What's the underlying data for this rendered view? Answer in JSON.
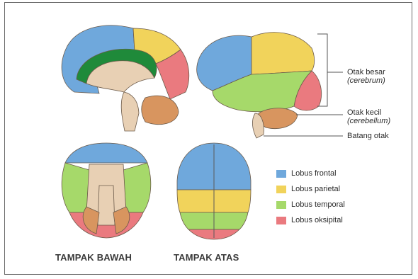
{
  "colors": {
    "frontal": "#6fa8dc",
    "parietal": "#f1d35b",
    "temporal": "#a6d96a",
    "occipital": "#ea7a7f",
    "corpus_callosum": "#1f8a3a",
    "brainstem": "#e8d0b4",
    "cerebellum": "#d8955f"
  },
  "callouts": {
    "cerebrum_title": "Otak besar",
    "cerebrum_sub": "(cerebrum)",
    "cerebellum_title": "Otak kecil",
    "cerebellum_sub": "(cerebellum)",
    "brainstem": "Batang otak"
  },
  "legend": [
    {
      "label": "Lobus frontal",
      "color": "#6fa8dc",
      "icon": "blue-swatch"
    },
    {
      "label": "Lobus parietal",
      "color": "#f1d35b",
      "icon": "yellow-swatch"
    },
    {
      "label": "Lobus temporal",
      "color": "#a6d96a",
      "icon": "green-swatch"
    },
    {
      "label": "Lobus oksipital",
      "color": "#ea7a7f",
      "icon": "red-swatch"
    }
  ],
  "captions": {
    "bottom_view": "TAMPAK BAWAH",
    "top_view": "TAMPAK ATAS"
  }
}
